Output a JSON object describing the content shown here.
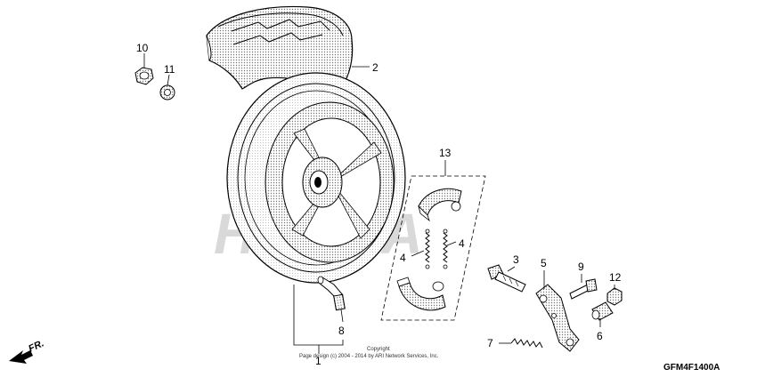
{
  "watermark": {
    "text": "HONDA"
  },
  "callouts": [
    {
      "id": "c1",
      "label": "1"
    },
    {
      "id": "c2",
      "label": "2"
    },
    {
      "id": "c3",
      "label": "3"
    },
    {
      "id": "c4a",
      "label": "4"
    },
    {
      "id": "c4b",
      "label": "4"
    },
    {
      "id": "c5",
      "label": "5"
    },
    {
      "id": "c6",
      "label": "6"
    },
    {
      "id": "c7",
      "label": "7"
    },
    {
      "id": "c8",
      "label": "8"
    },
    {
      "id": "c9",
      "label": "9"
    },
    {
      "id": "c10",
      "label": "10"
    },
    {
      "id": "c11",
      "label": "11"
    },
    {
      "id": "c12",
      "label": "12"
    },
    {
      "id": "c13",
      "label": "13"
    }
  ],
  "copyright": {
    "line1": "Copyright",
    "line2": "Page design (c) 2004 - 2014 by ARI Network Services, Inc."
  },
  "diagram_code": "GFM4F1400A",
  "direction_label": "FR."
}
